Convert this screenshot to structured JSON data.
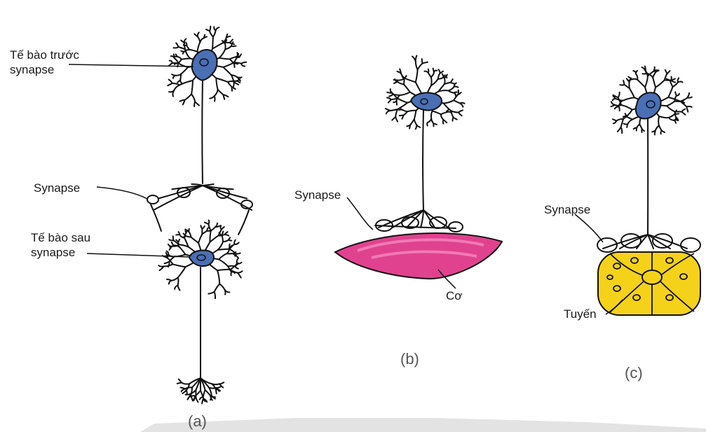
{
  "panel_a": {
    "pre_label_1": "Tế bào trước",
    "pre_label_2": "synapse",
    "synapse_label": "Synapse",
    "post_label_1": "Tế bào sau",
    "post_label_2": "synapse",
    "caption": "(a)"
  },
  "panel_b": {
    "synapse_label": "Synapse",
    "muscle_label": "Cơ",
    "caption": "(b)"
  },
  "panel_c": {
    "synapse_label": "Synapse",
    "gland_label": "Tuyến",
    "caption": "(c)"
  },
  "colors": {
    "neuron_body": "#4a6fb5",
    "line": "#111111",
    "muscle": "#e0428f",
    "gland": "#f5d21a",
    "footer_band": "#e6e6e6"
  }
}
